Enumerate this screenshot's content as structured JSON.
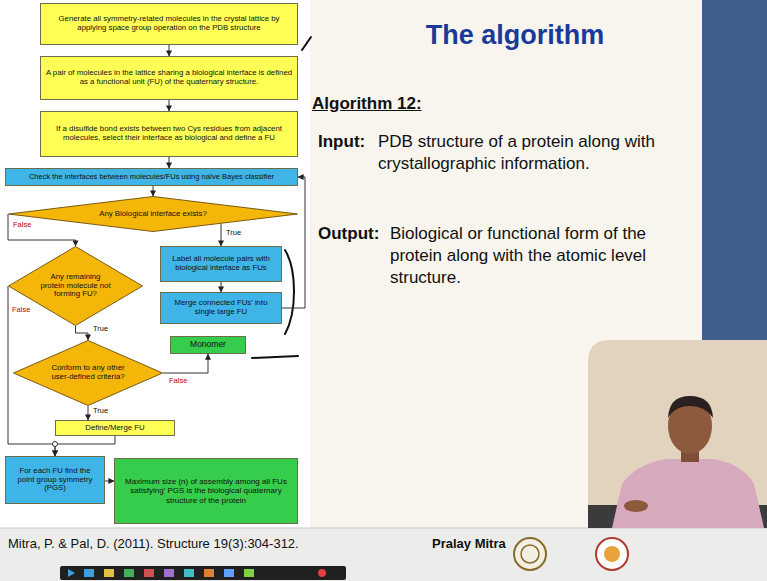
{
  "diagram": {
    "title": "The algorithm",
    "nodes": [
      {
        "text": [
          "Generate all symmetry-related molecules in the crystal lattice by applying space group operation on the PDB structure"
        ]
      },
      {
        "text": [
          "A pair of molecules in the lattice sharing a biological interface is defined as a functional unit (FU) of the quaternary structure."
        ]
      },
      {
        "text": [
          "If a disulfide bond exists between two Cys residues from adjacent molecules, select their interface as biological and define a FU"
        ]
      },
      {
        "text": [
          "Check the interfaces between molecules/FUs using naïve Bayes classifier"
        ]
      },
      {
        "text": [
          "Any Biological interface exists?"
        ]
      },
      {
        "text": [
          "Any remaining protein molecule not forming FU?"
        ]
      },
      {
        "text": [
          "Label all molecule pairs with biological interface as FUs"
        ]
      },
      {
        "text": [
          "Merge connected FUs' into single large FU"
        ]
      },
      {
        "text": [
          "Conform to any other user-defined criteria?"
        ]
      },
      {
        "text": [
          "Monomer"
        ]
      },
      {
        "text": [
          "Define/Merge FU"
        ]
      },
      {
        "text": [
          "For each FU find the point group symmetry (PGS)"
        ]
      },
      {
        "text": [
          "Maximum size (n) of assembly among all FUs satisfying' PGS is the biological quaternary structure of the protein"
        ]
      }
    ],
    "edges": [
      {
        "from": 0,
        "to": 1,
        "arrow": "to"
      },
      {
        "from": 1,
        "to": 2,
        "arrow": "to"
      },
      {
        "from": 2,
        "to": 3,
        "arrow": "to"
      },
      {
        "from": 3,
        "to": 4,
        "arrow": "to"
      },
      {
        "from": 4,
        "to": 5,
        "arrow": "to",
        "label": "False"
      },
      {
        "from": 4,
        "to": 6,
        "arrow": "to",
        "label": "True"
      },
      {
        "from": 5,
        "to": 11,
        "arrow": "to",
        "label": "False"
      },
      {
        "from": 5,
        "to": 8,
        "arrow": "to",
        "label": "True"
      },
      {
        "from": 6,
        "to": 7,
        "arrow": "to"
      },
      {
        "from": 7,
        "to": 3,
        "arrow": "to"
      },
      {
        "from": 8,
        "to": 9,
        "arrow": "to",
        "label": "False"
      },
      {
        "from": 8,
        "to": 10,
        "arrow": "to",
        "label": "True"
      },
      {
        "from": 10,
        "to": 11,
        "arrow": "to"
      },
      {
        "from": 11,
        "to": 12,
        "arrow": "to"
      }
    ],
    "labels": [
      "Algorithm 12:",
      "Input:",
      "PDB structure of a protein along with crystallographic information.",
      "Output:",
      "Biological or functional form of the protein along with the atomic level structure.",
      "Mitra, P. & Pal, D. (2011). Structure 19(3):304-312.",
      "Pralay Mitra"
    ]
  }
}
